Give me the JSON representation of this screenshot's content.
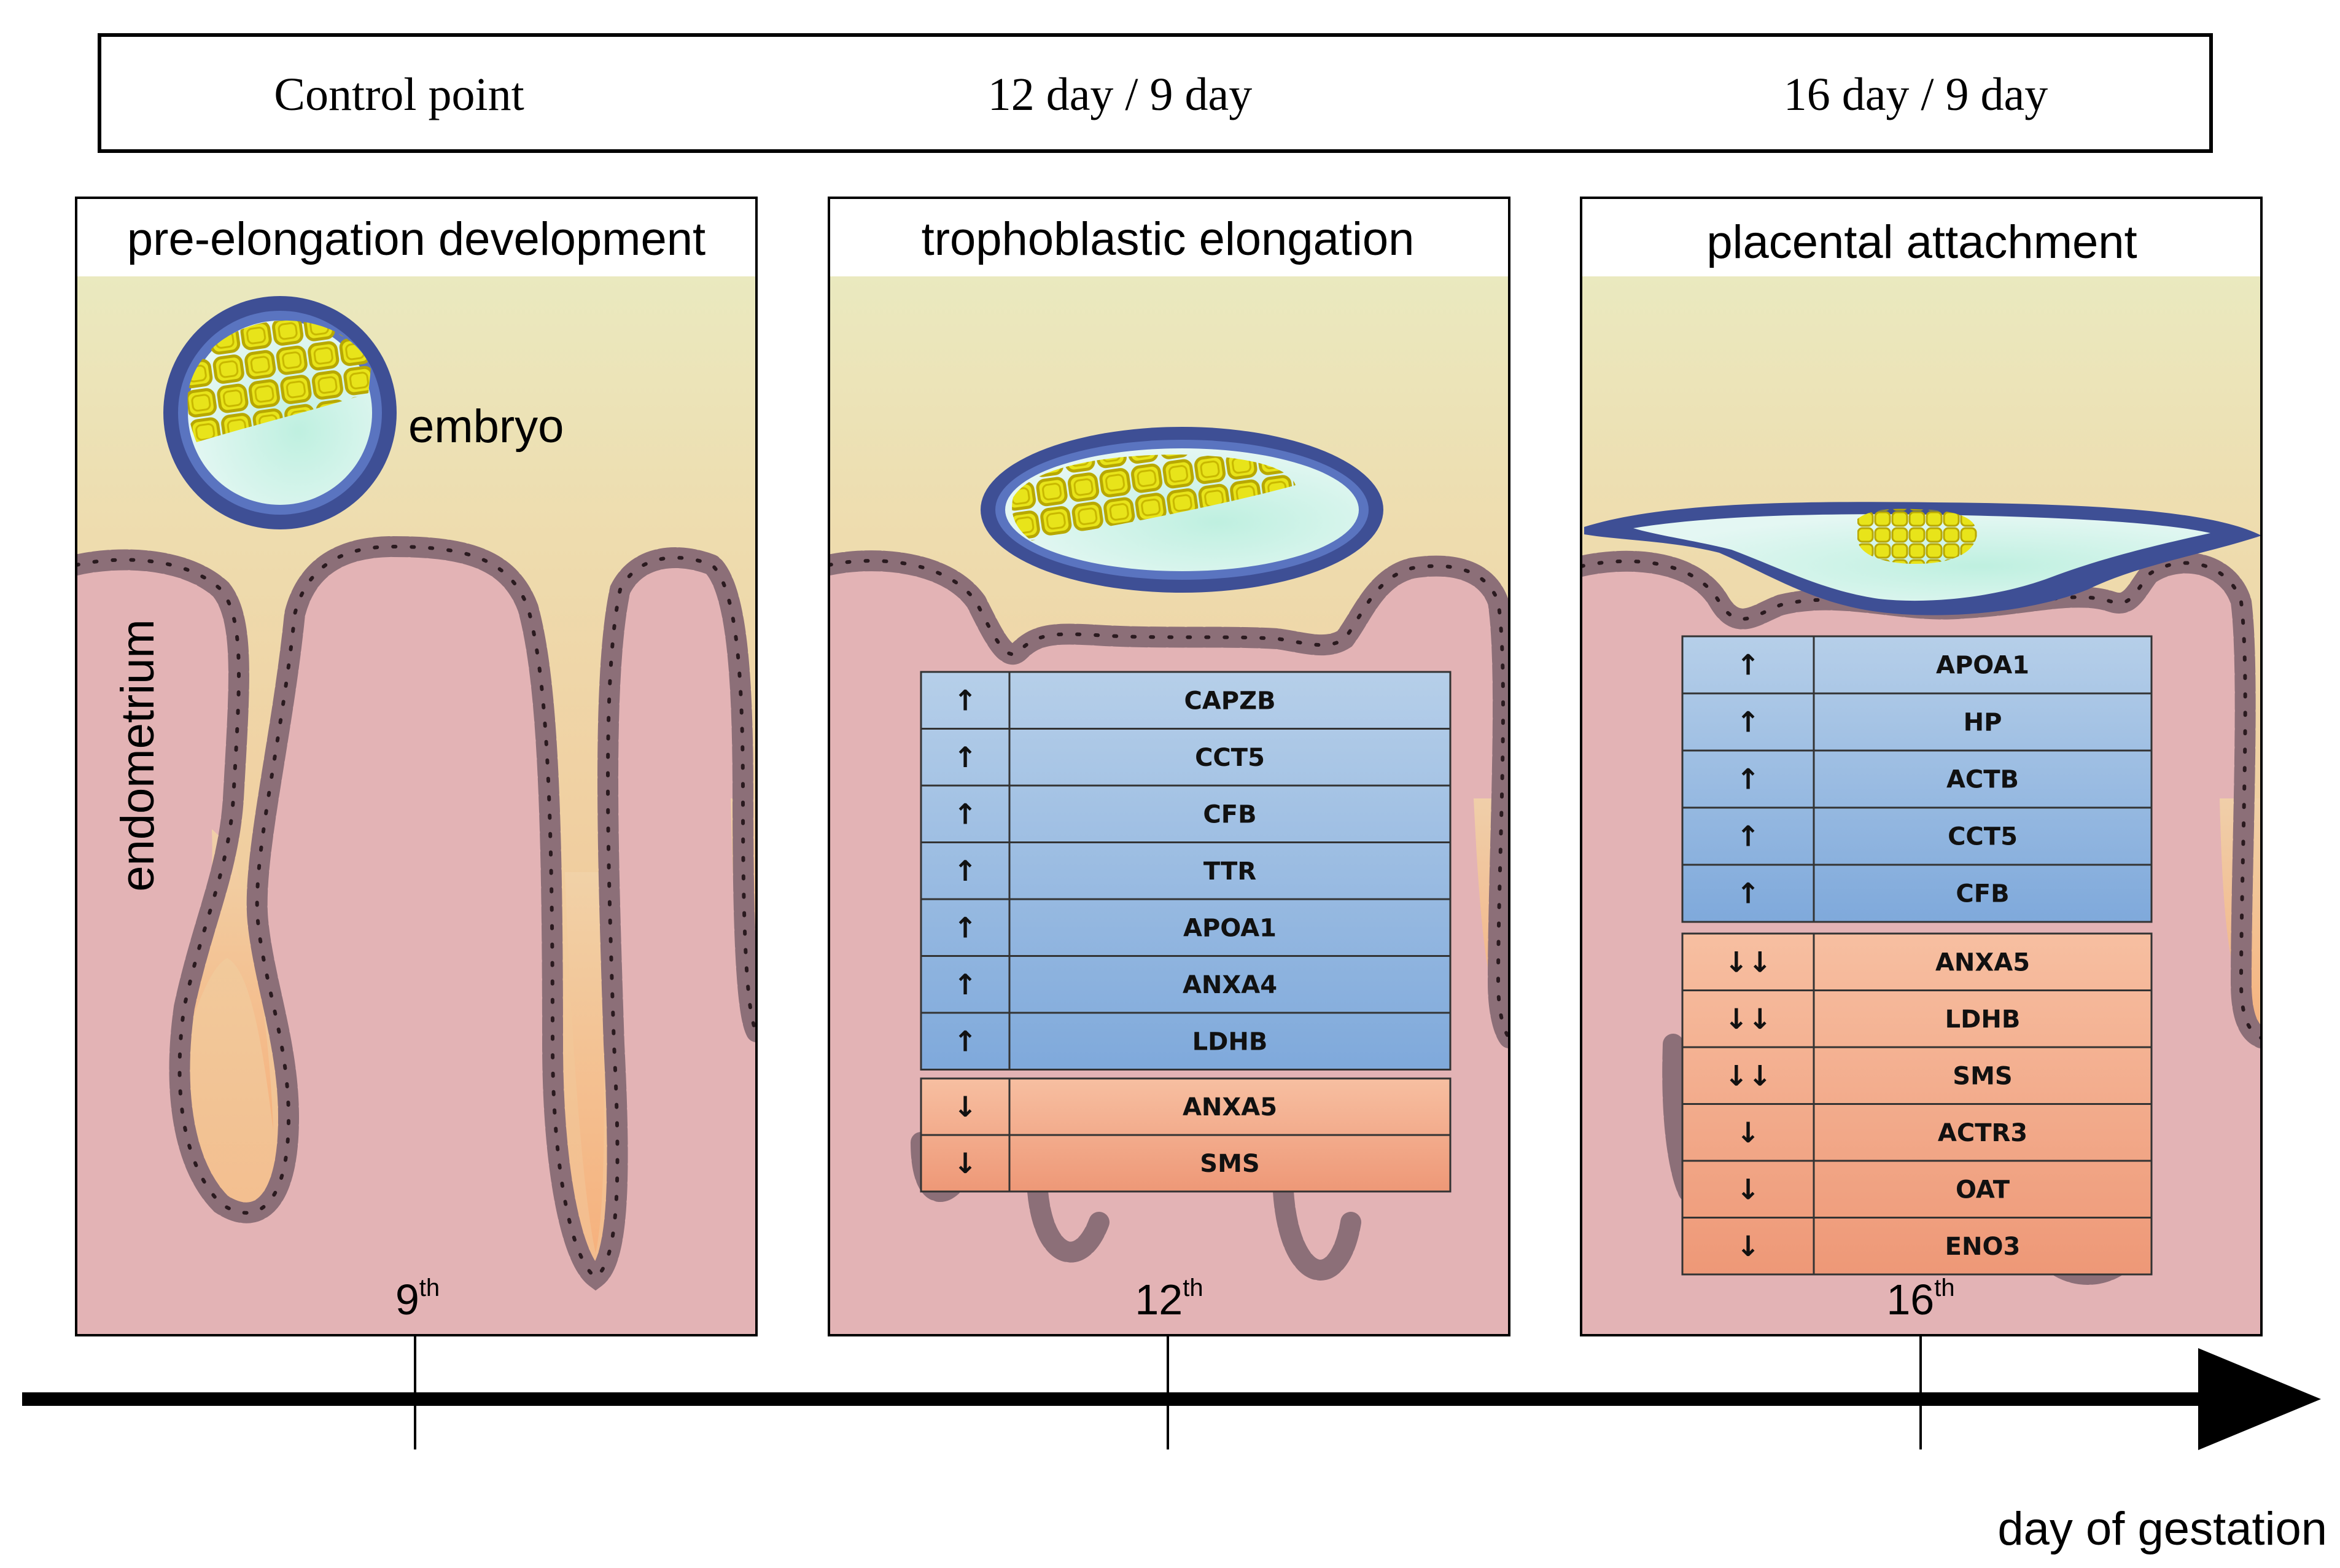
{
  "header": {
    "columns": [
      "Control point",
      "12 day / 9 day",
      "16 day / 9 day"
    ]
  },
  "panels": [
    {
      "title": "pre-elongation development",
      "day": "9",
      "day_suffix": "th",
      "labels": {
        "embryo": "embryo",
        "endometrium": "endometrium"
      },
      "up": [],
      "down": []
    },
    {
      "title": "trophoblastic elongation",
      "day": "12",
      "day_suffix": "th",
      "up": [
        {
          "arrow": "↑",
          "protein": "CAPZB"
        },
        {
          "arrow": "↑",
          "protein": "CCT5"
        },
        {
          "arrow": "↑",
          "protein": "CFB"
        },
        {
          "arrow": "↑",
          "protein": "TTR"
        },
        {
          "arrow": "↑",
          "protein": "APOA1"
        },
        {
          "arrow": "↑",
          "protein": "ANXA4"
        },
        {
          "arrow": "↑",
          "protein": "LDHB"
        }
      ],
      "down": [
        {
          "arrow": "↓",
          "protein": "ANXA5"
        },
        {
          "arrow": "↓",
          "protein": "SMS"
        }
      ]
    },
    {
      "title": "placental attachment",
      "day": "16",
      "day_suffix": "th",
      "up": [
        {
          "arrow": "↑",
          "protein": "APOA1"
        },
        {
          "arrow": "↑",
          "protein": "HP"
        },
        {
          "arrow": "↑",
          "protein": "ACTB"
        },
        {
          "arrow": "↑",
          "protein": "CCT5"
        },
        {
          "arrow": "↑",
          "protein": "CFB"
        }
      ],
      "down": [
        {
          "arrow": "↓↓",
          "protein": "ANXA5"
        },
        {
          "arrow": "↓↓",
          "protein": "LDHB"
        },
        {
          "arrow": "↓↓",
          "protein": "SMS"
        },
        {
          "arrow": "↓",
          "protein": "ACTR3"
        },
        {
          "arrow": "↓",
          "protein": "OAT"
        },
        {
          "arrow": "↓",
          "protein": "ENO3"
        }
      ]
    }
  ],
  "axis": {
    "label": "day of gestation"
  },
  "colors": {
    "up_fill": "#9dbde3",
    "down_fill": "#f2a989",
    "tissue": "#e3b3b5",
    "cell": "#8c6f78",
    "embryo_ring": "#3e4f95",
    "embryo_inner": "#bfe8d8",
    "trophoblast": "#e5e017",
    "lumen_top": "#e9edc4",
    "lumen_bottom": "#f2c9a0"
  }
}
